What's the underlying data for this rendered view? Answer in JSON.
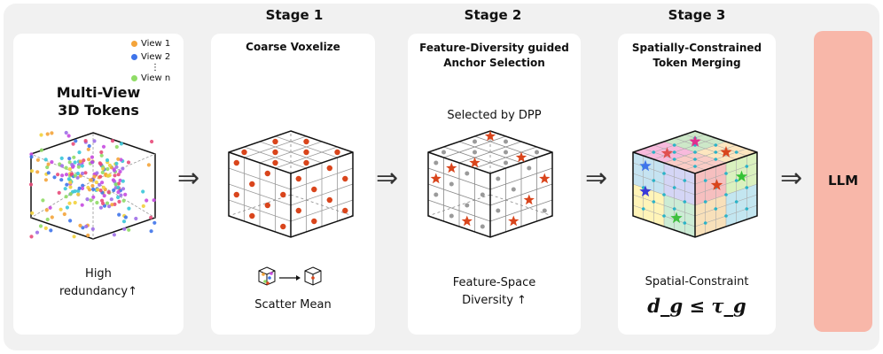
{
  "stages": {
    "s1": "Stage 1",
    "s2": "Stage 2",
    "s3": "Stage 3"
  },
  "panel0": {
    "title_line1": "Multi-View",
    "title_line2": "3D Tokens",
    "legend": [
      {
        "label": "View 1",
        "color": "#f4a43a"
      },
      {
        "label": "View 2",
        "color": "#3f74ea"
      },
      {
        "label": "View n",
        "color": "#8fdc66"
      }
    ],
    "legend_ellipsis": "⋮",
    "bottom_line1": "High",
    "bottom_line2": "redundancy↑"
  },
  "panel1": {
    "title": "Coarse Voxelize",
    "bottom": "Scatter Mean"
  },
  "panel2": {
    "title_line1": "Feature-Diversity guided",
    "title_line2": "Anchor Selection",
    "subtitle": "Selected by DPP",
    "bottom_line1": "Feature-Space",
    "bottom_line2": "Diversity ↑"
  },
  "panel3": {
    "title_line1": "Spatially-Constrained",
    "title_line2": "Token Merging",
    "bottom": "Spatial-Constraint",
    "formula": "d_g ≤ τ_g"
  },
  "llm": "LLM",
  "arrow_symbol": "⇒",
  "colors": {
    "voxel": "#d9451c",
    "grey_dot": "#9a9a9a",
    "llm_fill": "#f8b7a9",
    "panel_bg": "#f1f1f1"
  }
}
